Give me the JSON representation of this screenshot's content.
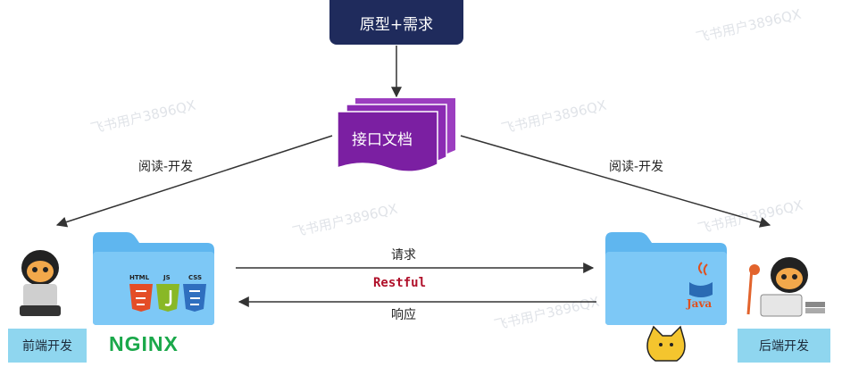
{
  "nodes": {
    "prototype": "原型+需求",
    "api_doc": "接口文档",
    "frontend": "前端开发",
    "backend": "后端开发"
  },
  "edges": {
    "read_left": "阅读-开发",
    "read_right": "阅读-开发",
    "request": "请求",
    "restful": "Restful",
    "response": "响应"
  },
  "logos": {
    "nginx": "NGINX",
    "java": "Java",
    "html": "HTML",
    "js": "JS",
    "css": "CSS"
  },
  "watermark": "飞书用户3896QX",
  "colors": {
    "prototype_bg": "#1f2b5c",
    "doc_purple": "#7b1fa2",
    "badge_bg": "#8fd6ef",
    "restful": "#b0102a",
    "nginx": "#1aa84a"
  }
}
